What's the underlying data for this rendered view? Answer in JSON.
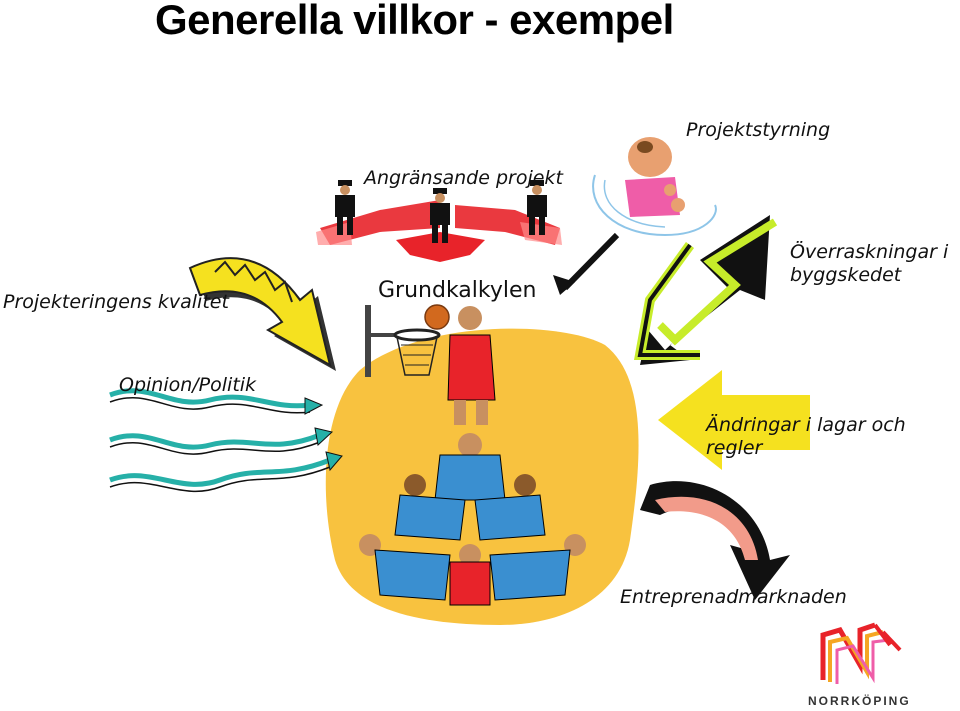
{
  "slide": {
    "title": "Generella villkor - exempel"
  },
  "labels": {
    "projektstyrning": "Projektstyrning",
    "angransande": "Angränsande projekt",
    "projektering": "Projekteringens  kvalitet",
    "grundkalkylen": "Grundkalkylen",
    "overraskningar_1": "Överraskningar i",
    "overraskningar_2": "byggskedet",
    "opinion": "Opinion/Politik",
    "andringar_1": "Ändringar i lagar och",
    "andringar_2": "regler",
    "entreprenad": "Entreprenadmarknaden"
  },
  "logo": {
    "text": "NORRKÖPING"
  },
  "colors": {
    "blob": "#f8c23f",
    "red": "#e8232a",
    "yellow": "#f5e11f",
    "teal": "#26b0a8",
    "blue": "#3a8fd0",
    "lime": "#c7ec2a",
    "salmon": "#f29b8a",
    "pink": "#ef5da8"
  },
  "icons": [
    "police-figure-icon",
    "manager-figure-icon",
    "basketball-hoop-icon",
    "human-pyramid-icon",
    "norrkoping-logo-icon"
  ]
}
